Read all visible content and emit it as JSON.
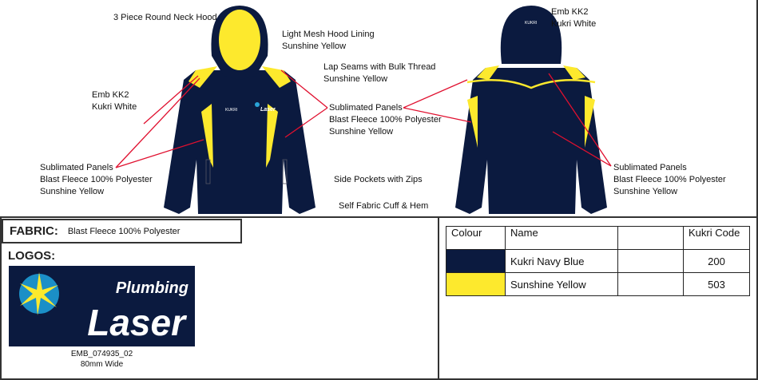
{
  "annotations": {
    "hood": "3 Piece Round Neck Hood",
    "lining": [
      "Light Mesh Hood Lining",
      "Sunshine Yellow"
    ],
    "lap": [
      "Lap Seams with Bulk Thread",
      "Sunshine Yellow"
    ],
    "emb_front": [
      "Emb KK2",
      "Kukri White"
    ],
    "emb_back": [
      "Emb KK2",
      "Kukri White"
    ],
    "panels_left": [
      "Sublimated Panels",
      "Blast Fleece 100% Polyester",
      "Sunshine Yellow"
    ],
    "panels_mid": [
      "Sublimated Panels",
      "Blast Fleece 100% Polyester",
      "Sunshine Yellow"
    ],
    "panels_right": [
      "Sublimated Panels",
      "Blast Fleece 100% Polyester",
      "Sunshine Yellow"
    ],
    "pockets": "Side Pockets with Zips",
    "cuff": "Self Fabric Cuff & Hem"
  },
  "fabric": {
    "label": "FABRIC:",
    "value": "Blast Fleece 100% Polyester"
  },
  "logos": {
    "label": "LOGOS:",
    "logo_text": [
      "Plumbing",
      "Laser"
    ],
    "code": "EMB_074935_02",
    "size": "80mm Wide"
  },
  "colour_table": {
    "headers": [
      "Colour",
      "Name",
      "",
      "Kukri Code"
    ],
    "rows": [
      {
        "swatch": "#0b1a3f",
        "name": "Kukri Navy Blue",
        "code": "200"
      },
      {
        "swatch": "#fde92d",
        "name": "Sunshine Yellow",
        "code": "503"
      }
    ]
  },
  "colors": {
    "navy": "#0b1a3f",
    "yellow": "#fde92d",
    "line": "#e0102f"
  }
}
